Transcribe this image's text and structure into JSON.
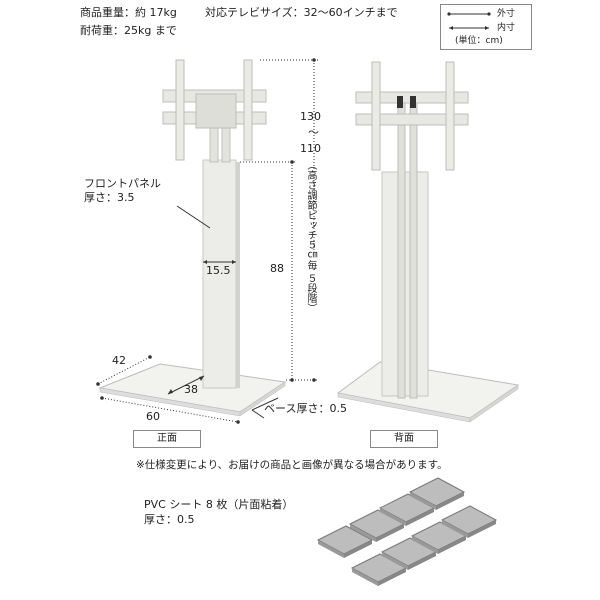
{
  "specs": {
    "weight": "商品重量：約 17kg",
    "load": "耐荷重：25kg まで",
    "tv_size": "対応テレビサイズ：32～60インチまで"
  },
  "legend": {
    "outer": "外寸",
    "inner": "内寸",
    "unit": "(単位：cm)"
  },
  "front_panel": {
    "title": "フロントパネル",
    "thickness": "厚さ：3.5"
  },
  "dimensions": {
    "panel_width": "15.5",
    "height_top": "130",
    "height_tilde": "～",
    "height_mid": "110",
    "height_adjust": "（高さ調節ピッチ５㎝毎 ５段階）",
    "height_88": "88",
    "base_depth": "42",
    "base_inner": "38",
    "base_width": "60",
    "base_thickness": "ベース厚さ：0.5"
  },
  "views": {
    "front": "正面",
    "back": "背面"
  },
  "notice": "※仕様変更により、お届けの商品と画像が異なる場合があります。",
  "pvc": {
    "title": "PVC シート 8 枚（片面粘着）",
    "thickness": "厚さ：0.5"
  }
}
